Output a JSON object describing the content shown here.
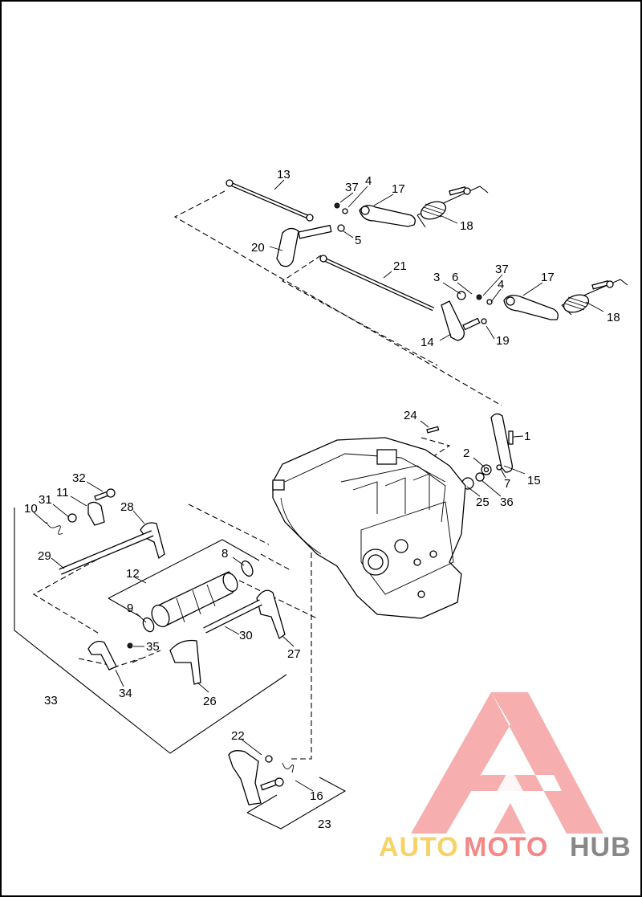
{
  "callouts": [
    {
      "label": "13"
    },
    {
      "label": "37"
    },
    {
      "label": "4"
    },
    {
      "label": "17"
    },
    {
      "label": "18"
    },
    {
      "label": "20"
    },
    {
      "label": "5"
    },
    {
      "label": "21"
    },
    {
      "label": "3"
    },
    {
      "label": "6"
    },
    {
      "label": "37"
    },
    {
      "label": "4"
    },
    {
      "label": "17"
    },
    {
      "label": "18"
    },
    {
      "label": "14"
    },
    {
      "label": "19"
    },
    {
      "label": "24"
    },
    {
      "label": "1"
    },
    {
      "label": "2"
    },
    {
      "label": "7"
    },
    {
      "label": "15"
    },
    {
      "label": "25"
    },
    {
      "label": "36"
    },
    {
      "label": "32"
    },
    {
      "label": "11"
    },
    {
      "label": "31"
    },
    {
      "label": "10"
    },
    {
      "label": "28"
    },
    {
      "label": "29"
    },
    {
      "label": "8"
    },
    {
      "label": "12"
    },
    {
      "label": "9"
    },
    {
      "label": "30"
    },
    {
      "label": "27"
    },
    {
      "label": "35"
    },
    {
      "label": "34"
    },
    {
      "label": "26"
    },
    {
      "label": "33"
    },
    {
      "label": "22"
    },
    {
      "label": "16"
    },
    {
      "label": "23"
    }
  ],
  "watermark": {
    "part1": "AUTO",
    "part2": "MOTO",
    "part3": "HUB",
    "color1": "#f5c842",
    "color2": "#ef6b6b",
    "color3": "#6b6b6b",
    "logo_color": "#ef6b6b"
  }
}
